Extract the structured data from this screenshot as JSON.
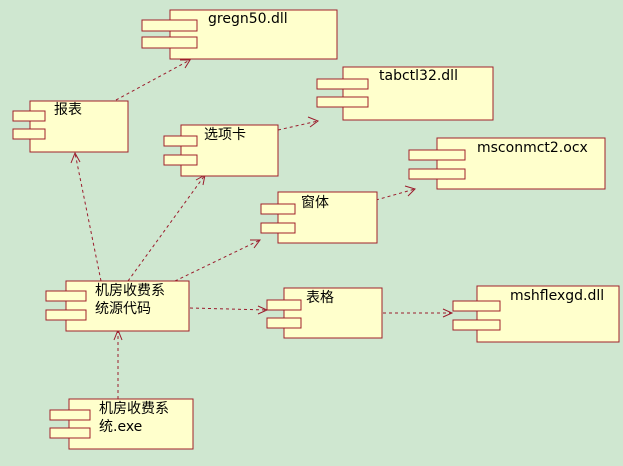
{
  "diagram": {
    "components": {
      "gregn": {
        "label": "gregn50.dll"
      },
      "baobiao": {
        "label": "报表"
      },
      "tabctl": {
        "label": "tabctl32.dll"
      },
      "xuanxiangka": {
        "label": "选项卡"
      },
      "msconmct": {
        "label": "msconmct2.ocx"
      },
      "chuangti": {
        "label": "窗体"
      },
      "source": {
        "label_line1": "机房收费系",
        "label_line2": "统源代码"
      },
      "biaoge": {
        "label": "表格"
      },
      "mshflex": {
        "label": "mshflexgd.dll"
      },
      "exe": {
        "label_line1": "机房收费系",
        "label_line2": "统.exe"
      }
    },
    "colors": {
      "background": "#cfe7d0",
      "component_fill": "#ffffcc",
      "component_border": "#a0202a",
      "dependency_line": "#9b1c2c"
    }
  }
}
